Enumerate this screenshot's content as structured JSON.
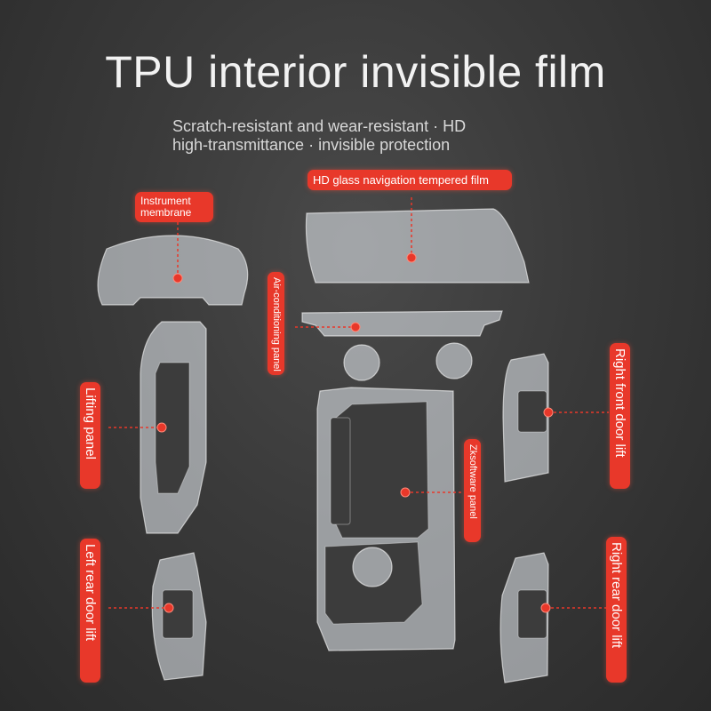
{
  "title": "TPU interior invisible film",
  "subtitle": {
    "line1": "Scratch-resistant and wear-resistant · HD",
    "line2": "high-transmittance · invisible protection"
  },
  "labels": {
    "instrument": "Instrument membrane",
    "navigation": "HD glass navigation tempered film",
    "air_conditioning": "Air-conditioning panel",
    "lifting": "Lifting panel",
    "right_front": "Right front door lift",
    "zk_software": "Zksoftware panel",
    "left_rear": "Left rear door lift",
    "right_rear": "Right rear door lift"
  },
  "colors": {
    "label_bg": "#e8382a",
    "background": "#3a3a3a",
    "film": "#ebf0f5"
  }
}
